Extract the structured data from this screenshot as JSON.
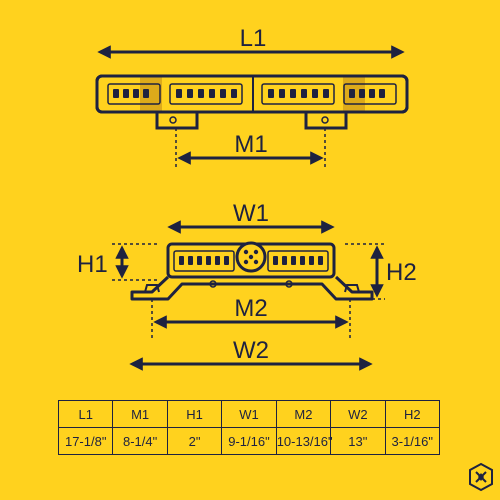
{
  "labels": {
    "L1": "L1",
    "M1": "M1",
    "W1": "W1",
    "H1": "H1",
    "H2": "H2",
    "M2": "M2",
    "W2": "W2"
  },
  "table": {
    "headers": [
      "L1",
      "M1",
      "H1",
      "W1",
      "M2",
      "W2",
      "H2"
    ],
    "values": [
      "17-1/8\"",
      "8-1/4\"",
      "2\"",
      "9-1/16\"",
      "10-13/16\"",
      "13\"",
      "3-1/16\""
    ]
  },
  "colors": {
    "background": "#FFD21E",
    "ink": "#1E2240",
    "lamp_glow": "#D9A51A"
  },
  "icons": {
    "logo": "hexagon-x-logo-icon",
    "arrow": "double-arrow-icon"
  }
}
